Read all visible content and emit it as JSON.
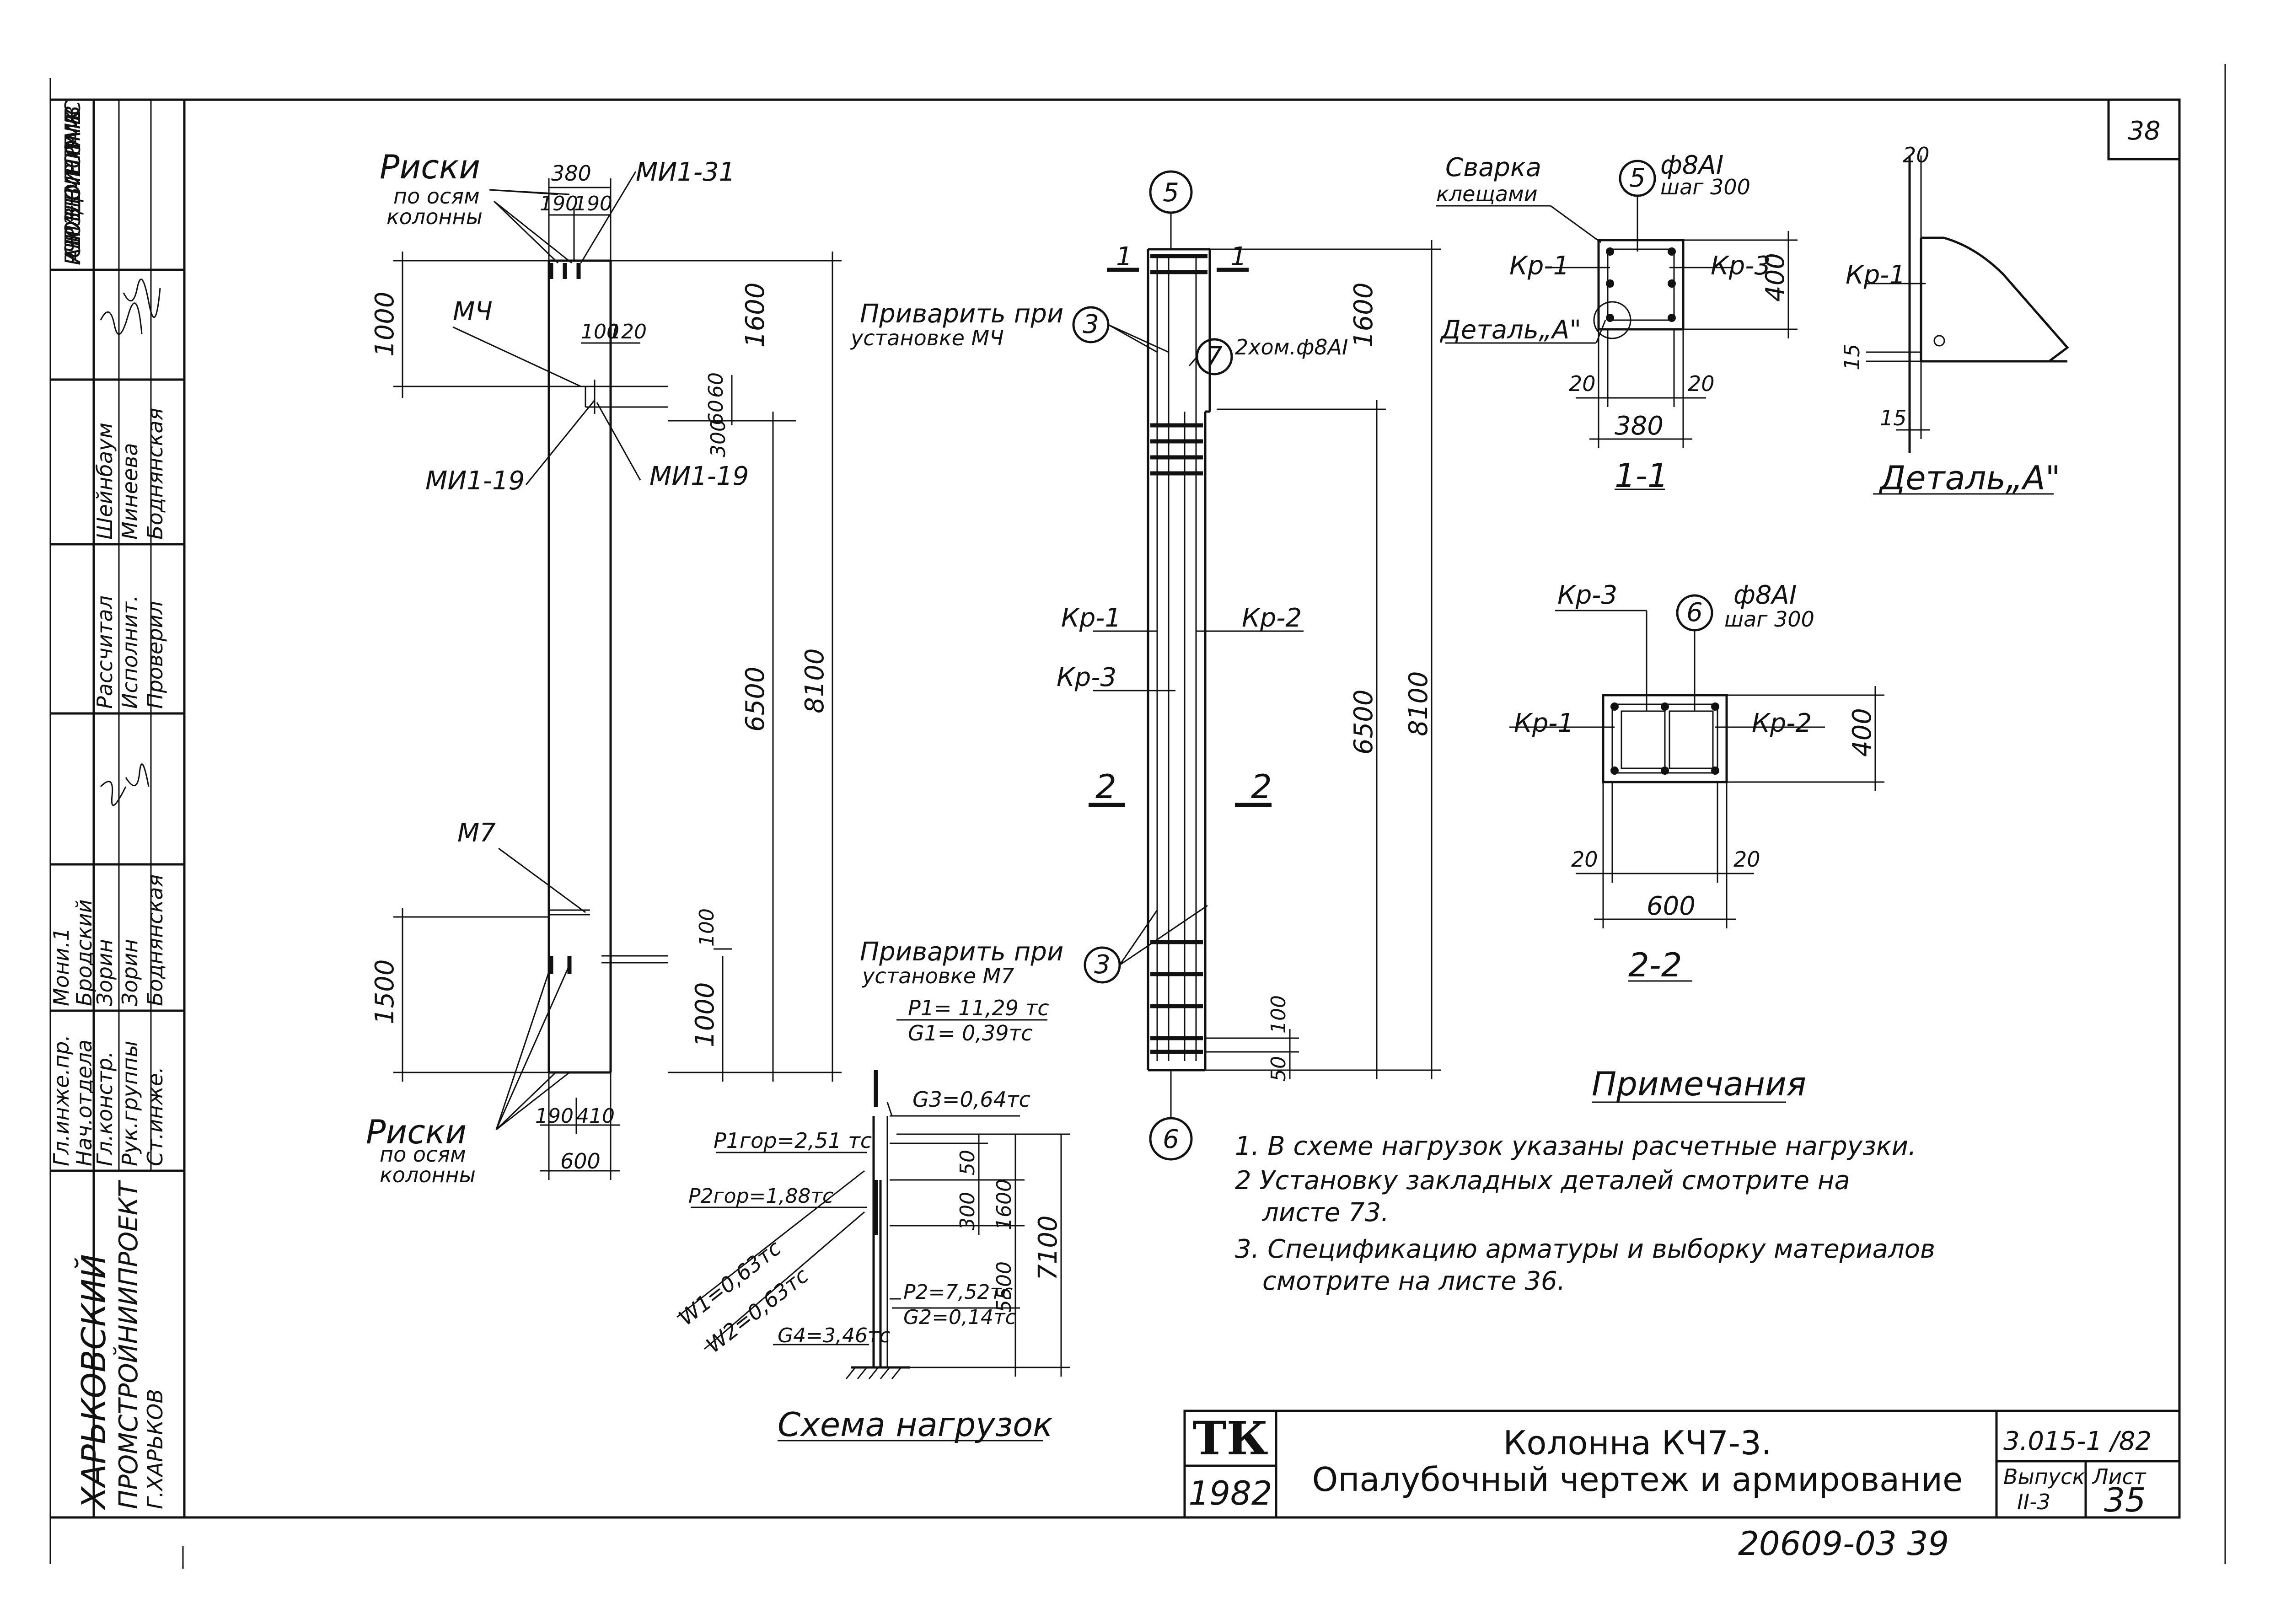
{
  "sheet_number": "38",
  "stamp": {
    "org_line1": "ХАРЬКОВСКИЙ",
    "org_line2": "ПРОМСТРОЙНИИПРОЕКТ",
    "org_line3": "Г.ХАРЬКОВ",
    "calc_note": "РАСЧЕТ ПРОИЗВЕДЕН В ОМИТРЕ ПО ПРОГРАММЕ КВС",
    "roles": [
      "Гл.инже.пр.",
      "Нач.отдела",
      "Гл.констр.",
      "Рук.группы",
      "Ст.инже."
    ],
    "role_names": [
      "Мони.1",
      "Бродский",
      "Зорин",
      "Зорин",
      "Боднянская"
    ],
    "roles2": [
      "Рассчитал",
      "Исполнит.",
      "Проверил"
    ],
    "role2_names": [
      "Шейнбаум",
      "Минеева",
      "Боднянская"
    ]
  },
  "elevation": {
    "riski_top": "Риски",
    "riski_top_sub1": "по осям",
    "riski_top_sub2": "колонны",
    "riski_bottom": "Риски",
    "riski_bottom_sub1": "по осям",
    "riski_bottom_sub2": "колонны",
    "mi31": "МИ1-31",
    "mch": "МЧ",
    "mi19_left": "МИ1-19",
    "mi19_right": "МИ1-19",
    "m7": "М7",
    "d380": "380",
    "d190a": "190",
    "d190b": "190",
    "d100": "100",
    "d120": "120",
    "d60a": "60",
    "d60b": "60",
    "d300": "300",
    "d1000": "1000",
    "d1600": "1600",
    "d6500": "6500",
    "d8100": "8100",
    "d1500": "1500",
    "d100b": "100",
    "d1000b": "1000",
    "d190c": "190",
    "d410": "410",
    "d600": "600"
  },
  "reinforcement": {
    "axis_top": "5",
    "axis_bottom": "6",
    "sec1_left": "1",
    "sec1_right": "1",
    "sec2_left": "2",
    "sec2_right": "2",
    "weld1_line1": "Приварить при",
    "weld1_line2": "установке МЧ",
    "weld1_num": "3",
    "weld2_line1": "Приварить при",
    "weld2_line2": "установке М7",
    "weld2_num": "3",
    "clamp_num": "7",
    "clamp_text": "2хом.ф8АI",
    "kr1": "Кр-1",
    "kr2": "Кр-2",
    "kr3": "Кр-3",
    "d1600": "1600",
    "d6500": "6500",
    "d8100": "8100",
    "d100": "100",
    "d50": "50"
  },
  "section11": {
    "title": "1-1",
    "svarka1": "Сварка",
    "svarka2": "клещами",
    "num": "5",
    "bar": "ф8АI",
    "step": "шаг 300",
    "kr1": "Кр-1",
    "kr3": "Кр-3",
    "detail": "Деталь„А\"",
    "d400": "400",
    "d20a": "20",
    "d20b": "20",
    "d380": "380"
  },
  "detailA": {
    "title": "Деталь„А\"",
    "kr1": "Кр-1",
    "d20": "20",
    "d15a": "15",
    "d15b": "15"
  },
  "section22": {
    "title": "2-2",
    "kr3": "Кр-3",
    "kr1": "Кр-1",
    "kr2": "Кр-2",
    "num": "6",
    "bar": "ф8АI",
    "step": "шаг 300",
    "d400": "400",
    "d20a": "20",
    "d20b": "20",
    "d600": "600"
  },
  "loads": {
    "title": "Схема нагрузок",
    "p1": "P1= 11,29 тс",
    "g1": "G1= 0,39тс",
    "g3": "G3=0,64тс",
    "p1gor": "P1гор=2,51 тс",
    "p2gor": "P2гор=1,88тс",
    "w1": "W1=0,63тс",
    "w2": "W2=0,63тс",
    "p2": "P2=7,52тс",
    "g2": "G2=0,14тс",
    "g4": "G4=3,46тс",
    "d50": "50",
    "d300": "300",
    "d1600": "1600",
    "d5500": "5500",
    "d7100": "7100"
  },
  "notes": {
    "title": "Примечания",
    "items": [
      "1. В схеме нагрузок указаны расчетные нагрузки.",
      "2 Установку закладных деталей смотрите на",
      "листе 73.",
      "3. Спецификацию арматуры и выборку материалов",
      "смотрите на листе 36."
    ]
  },
  "titleblock": {
    "logo": "ТК",
    "year": "1982",
    "title1": "Колонна КЧ7-3.",
    "title2": "Опалубочный чертеж и армирование",
    "code": "3.015-1 /82",
    "issue_label": "Выпуск",
    "issue": "II-3",
    "sheet_label": "Лист",
    "sheet": "35"
  },
  "footer_code": "20609-03  39"
}
